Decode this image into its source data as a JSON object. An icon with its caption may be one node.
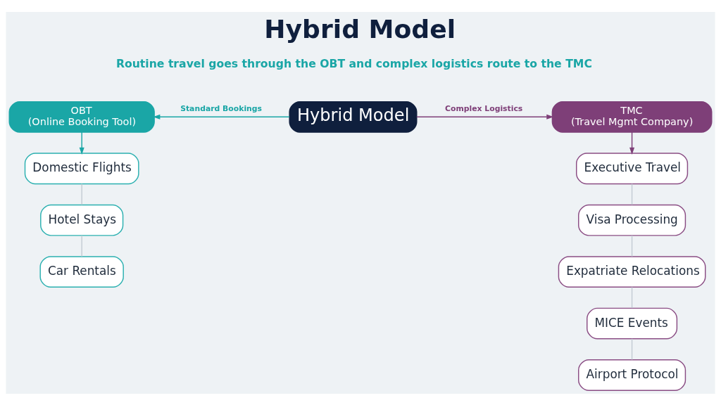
{
  "diagram": {
    "title": "Hybrid Model",
    "nodes": [
      {
        "text": [
          "OBT",
          "(Online Booking Tool)"
        ]
      },
      {
        "text": [
          "Hybrid Model"
        ]
      },
      {
        "text": [
          "TMC",
          "(Travel Mgmt Company)"
        ]
      },
      {
        "text": [
          "Domestic Flights"
        ]
      },
      {
        "text": [
          "Hotel Stays"
        ]
      },
      {
        "text": [
          "Car Rentals"
        ]
      },
      {
        "text": [
          "Executive Travel"
        ]
      },
      {
        "text": [
          "Visa Processing"
        ]
      },
      {
        "text": [
          "Expatriate Relocations"
        ]
      },
      {
        "text": [
          "MICE Events"
        ]
      },
      {
        "text": [
          "Airport Protocol"
        ]
      }
    ],
    "edges": [
      {
        "from": 1,
        "to": 0,
        "arrow": "to",
        "label": "Standard Bookings",
        "color": "#1aa6a6"
      },
      {
        "from": 1,
        "to": 2,
        "arrow": "to",
        "label": "Complex Logistics",
        "color": "#7e3f78"
      },
      {
        "from": 0,
        "to": 3,
        "arrow": "to",
        "color": "#1aa6a6"
      },
      {
        "from": 3,
        "to": 4,
        "arrow": "none"
      },
      {
        "from": 4,
        "to": 5,
        "arrow": "none"
      },
      {
        "from": 2,
        "to": 6,
        "arrow": "to",
        "color": "#7e3f78"
      },
      {
        "from": 6,
        "to": 7,
        "arrow": "none"
      },
      {
        "from": 7,
        "to": 8,
        "arrow": "none"
      },
      {
        "from": 8,
        "to": 9,
        "arrow": "none"
      },
      {
        "from": 9,
        "to": 10,
        "arrow": "none"
      }
    ],
    "labels": [
      "Routine travel goes through the OBT and complex logistics route to the TMC"
    ]
  }
}
